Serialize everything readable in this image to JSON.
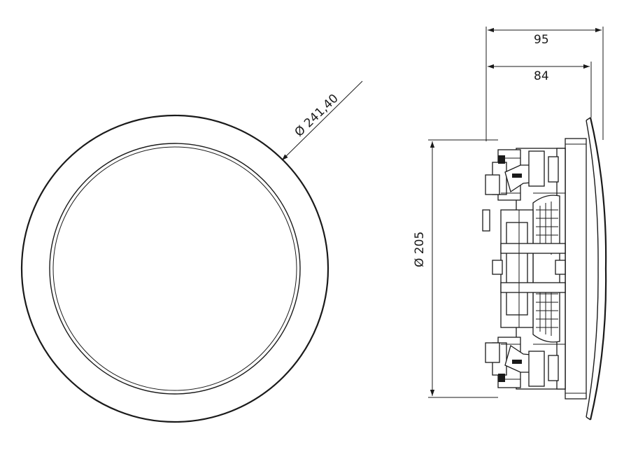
{
  "dimensions": {
    "ring_diameter": "Ø 241,40",
    "total_depth": "95",
    "mount_depth": "84",
    "cutout_diameter": "Ø 205"
  },
  "colors": {
    "line": "#1a1a1a",
    "background": "#ffffff"
  }
}
